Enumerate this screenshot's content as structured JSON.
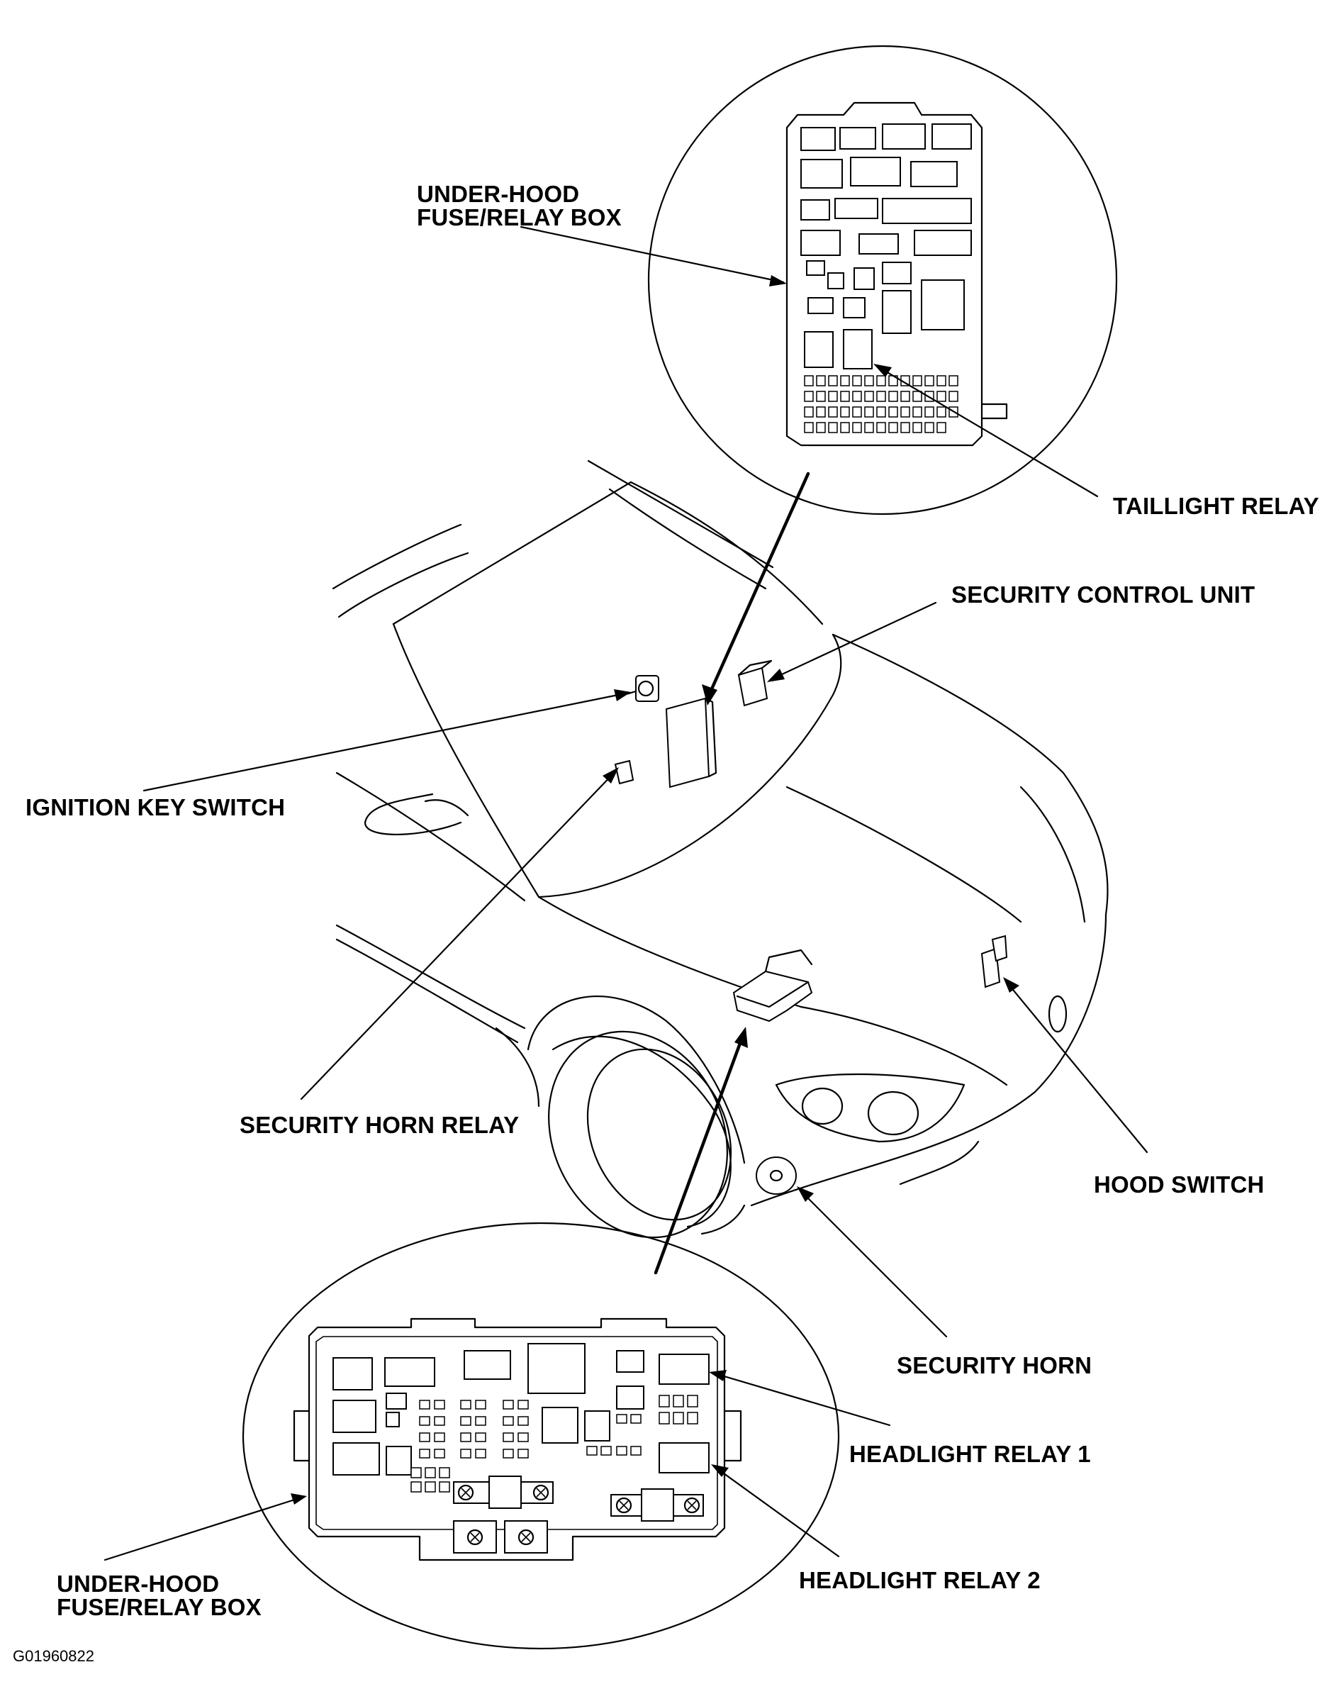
{
  "labels": {
    "under_hood_box_top_line1": "UNDER-HOOD",
    "under_hood_box_top_line2": "FUSE/RELAY BOX",
    "taillight_relay": "TAILLIGHT RELAY",
    "security_control_unit": "SECURITY CONTROL UNIT",
    "ignition_key_switch": "IGNITION KEY SWITCH",
    "security_horn_relay": "SECURITY HORN RELAY",
    "hood_switch": "HOOD SWITCH",
    "security_horn": "SECURITY HORN",
    "headlight_relay_1": "HEADLIGHT RELAY 1",
    "headlight_relay_2": "HEADLIGHT RELAY 2",
    "under_hood_box_bottom_line1": "UNDER-HOOD",
    "under_hood_box_bottom_line2": "FUSE/RELAY BOX"
  },
  "figure_code": "G01960822"
}
